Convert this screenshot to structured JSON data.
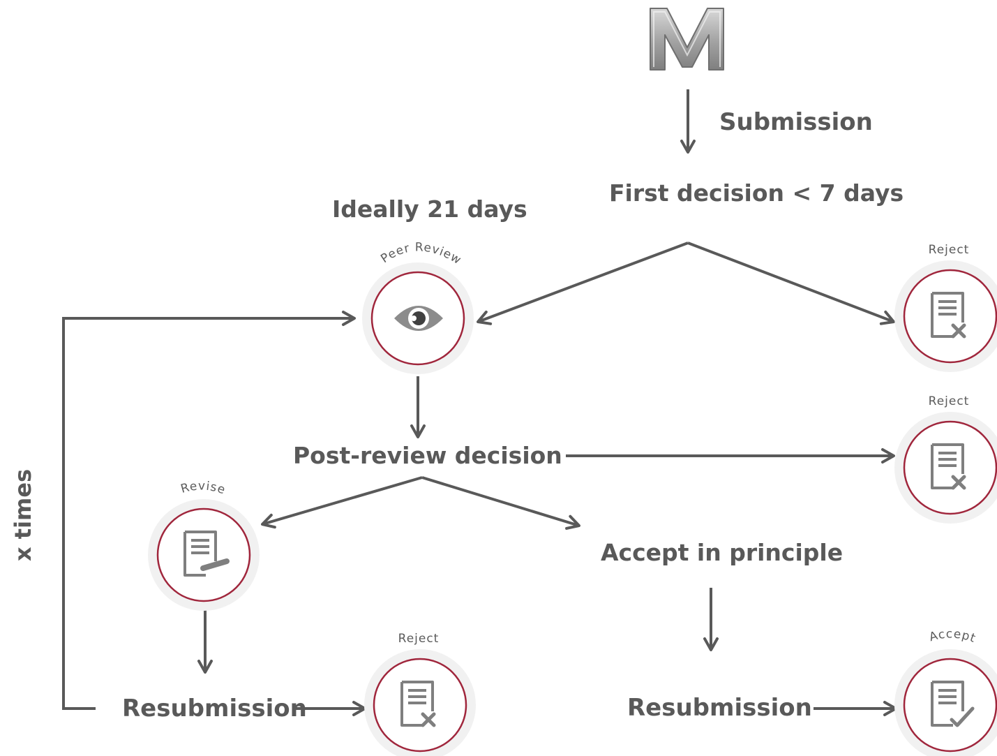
{
  "logo": {
    "letter": "M",
    "color": "#9a9a9a"
  },
  "labels": {
    "submission": "Submission",
    "first_decision": "First decision < 7 days",
    "ideally": "Ideally 21 days",
    "post_review": "Post-review decision",
    "accept_principle": "Accept in principle",
    "resubmission_left": "Resubmission",
    "resubmission_right": "Resubmission",
    "x_times": "x times"
  },
  "nodes": {
    "peer_review": {
      "caption": "Peer Review",
      "icon": "eye-icon"
    },
    "reject_top": {
      "caption": "Reject",
      "icon": "document-reject-icon"
    },
    "reject_mid": {
      "caption": "Reject",
      "icon": "document-reject-icon"
    },
    "revise": {
      "caption": "Revise",
      "icon": "document-edit-icon"
    },
    "reject_bottom": {
      "caption": "Reject",
      "icon": "document-reject-icon"
    },
    "accept": {
      "caption": "Accept",
      "icon": "document-accept-icon"
    }
  },
  "colors": {
    "ring": "#a0263c",
    "text": "#595959",
    "icon": "#7f7f7f",
    "halo": "#f1f1f1"
  }
}
